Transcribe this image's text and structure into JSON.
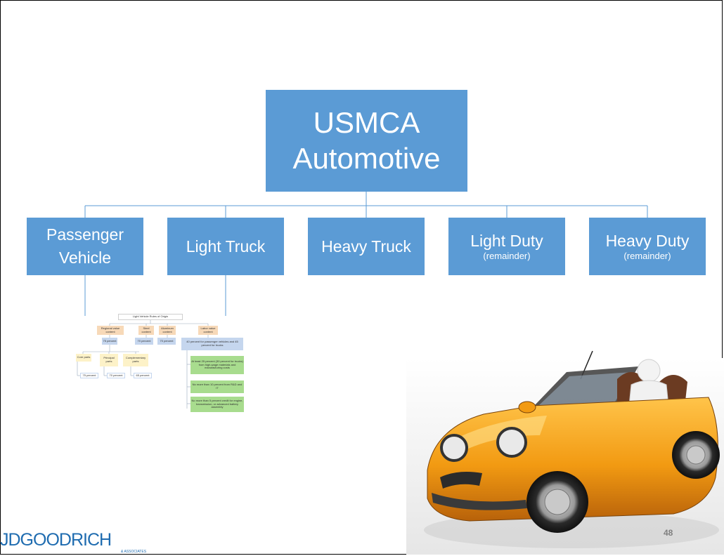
{
  "slide": {
    "title_line1": "USMCA",
    "title_line2": "Automotive",
    "page_number": "48"
  },
  "categories": [
    {
      "label": "Passenger Vehicle",
      "sublabel": ""
    },
    {
      "label": "Light Truck",
      "sublabel": ""
    },
    {
      "label": "Heavy Truck",
      "sublabel": ""
    },
    {
      "label": "Light Duty",
      "sublabel": "(remainder)"
    },
    {
      "label": "Heavy Duty",
      "sublabel": "(remainder)"
    }
  ],
  "rules_chart": {
    "title": "Light Vehicle Rules of Origin",
    "regional_value": "Regional value content",
    "regional_pct": "75 percent",
    "steel": "Steel content",
    "steel_pct": "70 percent",
    "aluminum": "Aluminum content",
    "aluminum_pct": "70 percent",
    "labor": "Labor value content",
    "labor_pct": "40 percent for passenger vehicles and 45 percent for trucks",
    "core": "Core parts",
    "core_pct": "75 percent",
    "principal": "Principal parts",
    "principal_pct": "70 percent",
    "complementary": "Complementary parts",
    "complementary_pct": "65 percent",
    "labor_1": "At least 25 percent (30 percent for trucks) from high-wage materials and manufacturing costs",
    "labor_2": "No more than 10 percent from R&D and IT",
    "labor_3": "No more than 5 percent credit for engine, transmission, or advanced battery assembly"
  },
  "logo": {
    "text": "JDGOODRICH",
    "subtext": "& ASSOCIATES"
  },
  "colors": {
    "box_fill": "#5b9bd5",
    "connector": "#5b9bd5",
    "car_body": "#f29a12"
  }
}
